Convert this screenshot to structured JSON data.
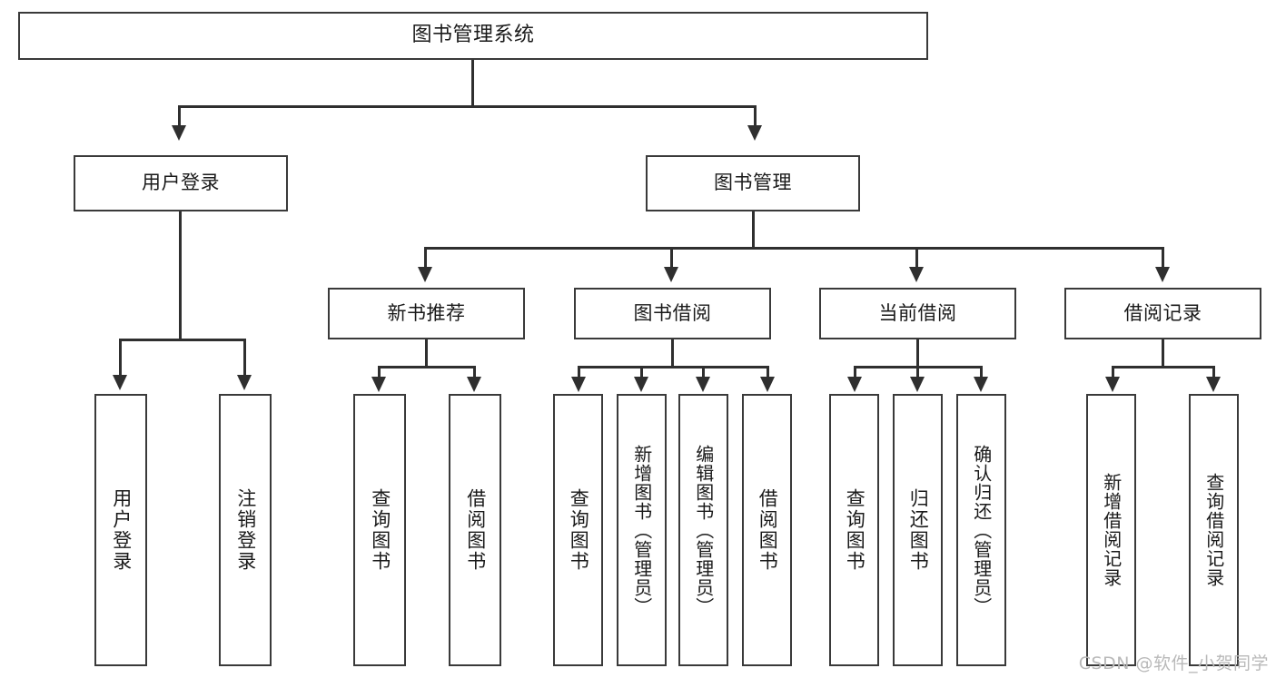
{
  "diagram": {
    "type": "tree",
    "title": "图书管理系统",
    "watermark": "CSDN @软件_小贺同学",
    "colors": {
      "box_border": "#3a3a3a",
      "connector": "#2f2f2f",
      "background": "#ffffff",
      "text": "#1a1a1a",
      "watermark": "#b9b9b9"
    },
    "root": {
      "label": "图书管理系统"
    },
    "level2": [
      {
        "label": "用户登录"
      },
      {
        "label": "图书管理"
      }
    ],
    "level3": [
      {
        "label": "新书推荐"
      },
      {
        "label": "图书借阅"
      },
      {
        "label": "当前借阅"
      },
      {
        "label": "借阅记录"
      }
    ],
    "leaves": {
      "user_login": [
        {
          "label": "用户登录"
        },
        {
          "label": "注销登录"
        }
      ],
      "new_book": [
        {
          "label": "查询图书"
        },
        {
          "label": "借阅图书"
        }
      ],
      "book_borrow": [
        {
          "label": "查询图书"
        },
        {
          "label": "新增图书（管理员）"
        },
        {
          "label": "编辑图书（管理员）"
        },
        {
          "label": "借阅图书"
        }
      ],
      "current_borrow": [
        {
          "label": "查询图书"
        },
        {
          "label": "归还图书"
        },
        {
          "label": "确认归还（管理员）"
        }
      ],
      "borrow_record": [
        {
          "label": "新增借阅记录"
        },
        {
          "label": "查询借阅记录"
        }
      ]
    }
  }
}
